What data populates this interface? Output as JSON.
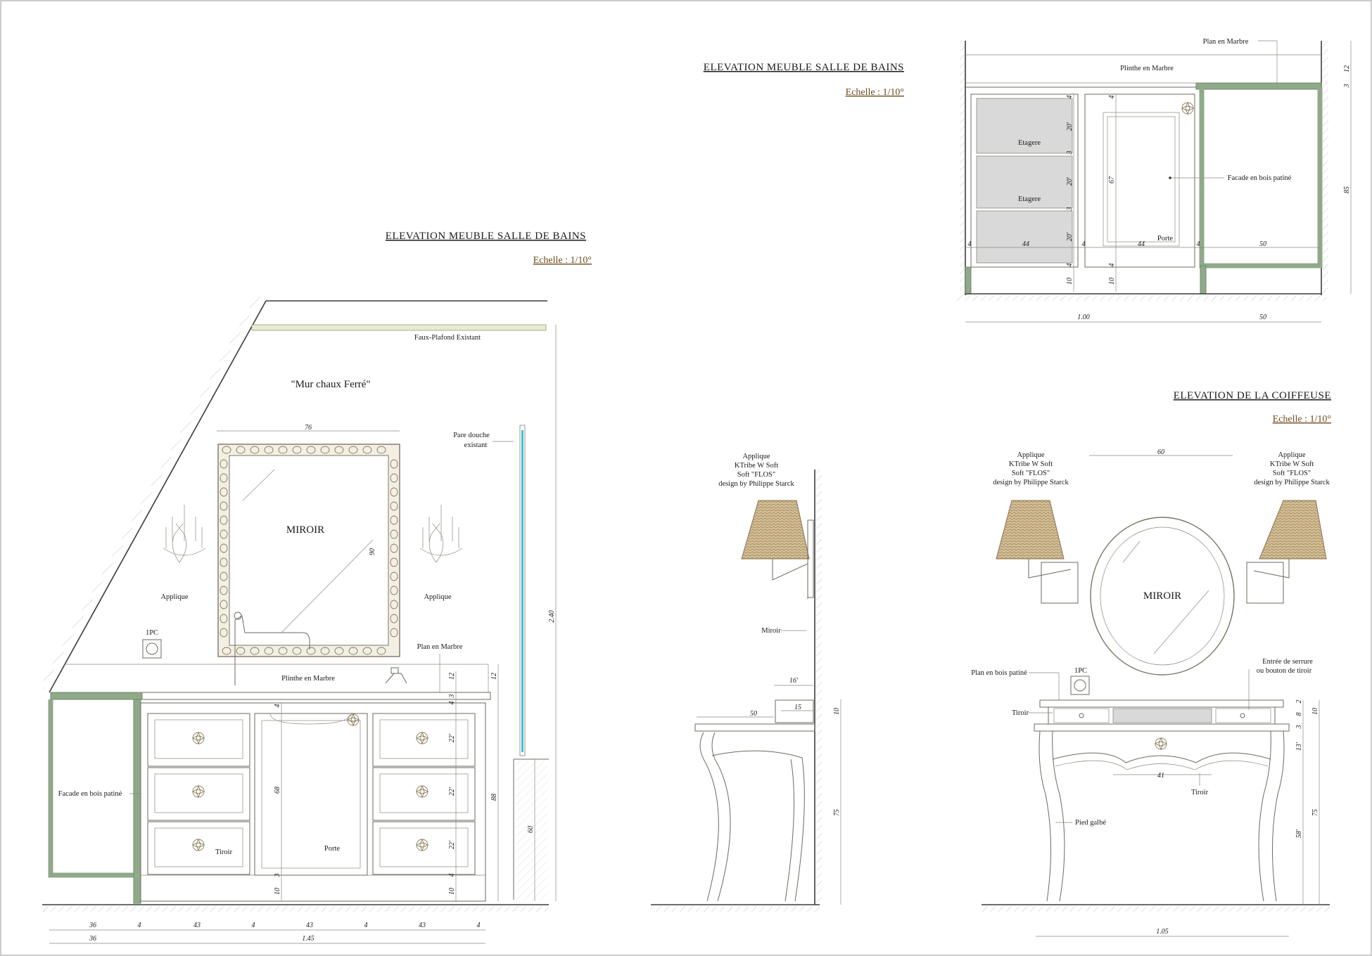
{
  "bath_elevation": {
    "title": "ELEVATION MEUBLE  SALLE DE BAINS",
    "scale": "Echelle : 1/10°",
    "ceiling_label": "Faux-Plafond Existant",
    "wall_label": "\"Mur chaux Ferré\"",
    "mirror_label": "MIROIR",
    "mirror_width": "76",
    "mirror_height": "90",
    "shower_label_1": "Pare douche",
    "shower_label_2": "existant",
    "sconce_left": "Applique",
    "sconce_right": "Applique",
    "socket": "1PC",
    "top_label": "Plan en Marbre",
    "plinth_label": "Plinthe  en Marbre",
    "facade_label": "Facade en bois patiné",
    "drawer_label": "Tiroir",
    "door_label": "Porte",
    "v_dims": {
      "plinth": "12",
      "plinth2": "12",
      "t4a": "4",
      "t3a": "3",
      "d22a": "22'",
      "d22b": "22'",
      "d22c": "22'",
      "t4b": "4",
      "b10": "10",
      "c4": "4",
      "c68": "68",
      "c3": "3",
      "c10": "10",
      "h88": "88",
      "h60": "60",
      "h240": "2.40"
    },
    "h_dims": [
      "36",
      "4",
      "43",
      "4",
      "43",
      "4",
      "43",
      "4"
    ],
    "h_total": [
      "36",
      "1.45"
    ]
  },
  "cabinet_elevation": {
    "title": "ELEVATION MEUBLE  SALLE DE BAINS",
    "scale": "Echelle : 1/10°",
    "top_label": "Plan en Marbre",
    "plinth_label": "Plinthe  en Marbre",
    "shelf_1": "Etagere",
    "shelf_2": "Etagere",
    "facade_label": "Facade en bois patiné",
    "door_label": "Porte",
    "dims": {
      "s4a": "4",
      "s20a": "20'",
      "s3a": "3",
      "s20b": "20'",
      "s3b": "3",
      "s20c": "20'",
      "s4b": "4",
      "s10": "10",
      "d4a": "4",
      "d67": "67",
      "d4b": "4",
      "d10": "10",
      "w4a": "4",
      "w44a": "44",
      "w4b": "4",
      "w44b": "44",
      "w4c": "4",
      "w50": "50",
      "r12": "12",
      "r3": "3",
      "r85": "85"
    },
    "total_1": "1.00",
    "total_2": "50"
  },
  "vanity_side": {
    "lamp_lines": [
      "Applique",
      "KTribe W Soft",
      "Soft \"FLOS\"",
      "design by Philippe Starck"
    ],
    "mirror_label": "Miroir",
    "d16": "16'",
    "d15": "15",
    "d50": "50",
    "d10": "10",
    "d75": "75"
  },
  "vanity_front": {
    "title": "ELEVATION DE LA COIFFEUSE",
    "scale": "Echelle : 1/10°",
    "lamp_left": [
      "Applique",
      "KTribe W Soft",
      "Soft \"FLOS\"",
      "design by Philippe Starck"
    ],
    "lamp_right": [
      "Applique",
      "KTribe W Soft",
      "Soft \"FLOS\"",
      "design by Philippe Starck"
    ],
    "mirror_width": "60",
    "mirror_label": "MIROIR",
    "socket": "1PC",
    "top_label": "Plan en bois patiné",
    "lock_label_1": "Entrée de serrure",
    "lock_label_2": "ou bouton de tiroir",
    "drawer_left": "Tiroir",
    "drawer_center": "Tiroir",
    "inner_width": "41",
    "leg_label": "Pied galbé",
    "dims": {
      "r2": "2",
      "r8": "8",
      "r3": "3",
      "r13": "13'",
      "r58": "58'",
      "r10": "10",
      "r75": "75"
    },
    "total": "1.05"
  }
}
